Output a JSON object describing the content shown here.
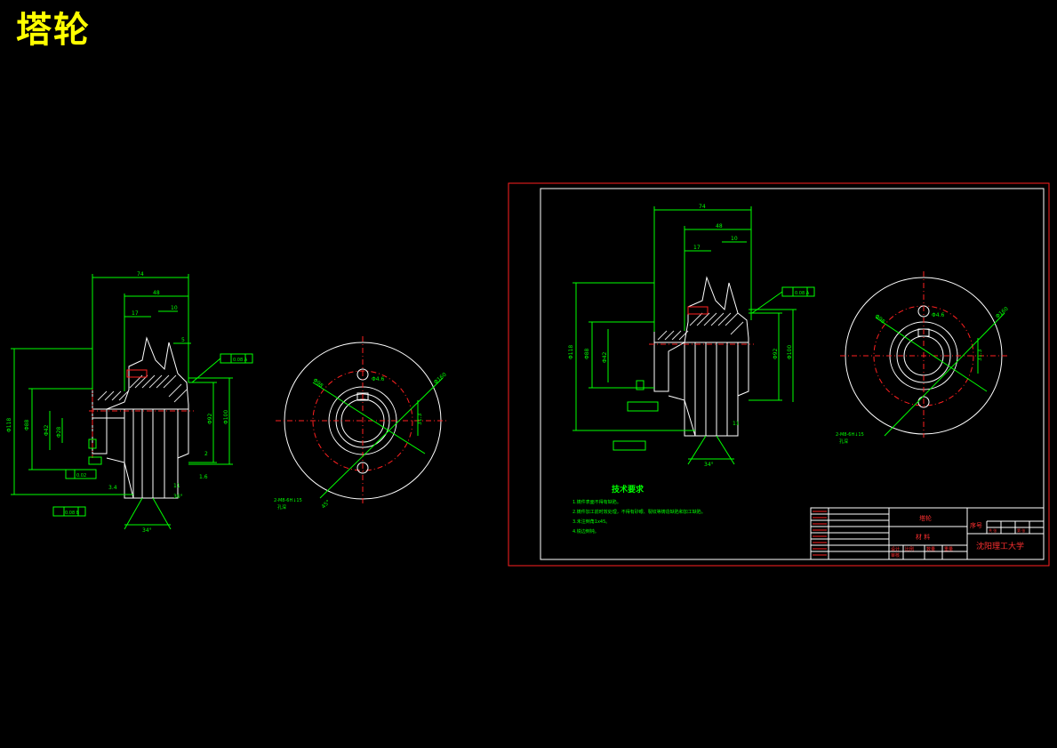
{
  "title": "塔轮",
  "left_view": {
    "dims": {
      "overall_width": "74",
      "width_48": "48",
      "dim_17": "17",
      "dim_10": "10",
      "dim_5": "5",
      "dia_118": "Φ118",
      "dia_88": "Φ88",
      "dia_42": "Φ42",
      "dia_92": "Φ92",
      "dia_100": "Φ100",
      "dia_28": "Φ28",
      "dim_3_4": "3.4",
      "tol_1": "0.08 A",
      "tol_2": "0.02",
      "tol_3": "0.08 B",
      "groove_a": "34°",
      "groove_b": "36°",
      "dim_11": "11",
      "dim_16": "1.6",
      "dim_2": "2"
    }
  },
  "end_view_left": {
    "dims": {
      "d1": "Φ98",
      "d2": "Φ4.6",
      "d3": "Φ160",
      "d4": "31.3",
      "note1": "2-M8-6H↓15",
      "note2": "孔深",
      "angle": "45°"
    }
  },
  "sheet": {
    "dims": {
      "overall": "74",
      "d48": "48",
      "d17": "17",
      "d10": "10",
      "dia_118": "Φ118",
      "dia_88": "Φ88",
      "dia_42": "Φ42",
      "dia_92": "Φ92",
      "dia_100": "Φ100",
      "tol": "0.08 A",
      "dim_11": "11",
      "groove": "34°"
    },
    "end_dims": {
      "d1": "Φ98",
      "d2": "Φ4.6",
      "d3": "Φ160",
      "d4": "31.3",
      "note1": "2-M8-6H↓15",
      "note2": "孔深"
    },
    "tech_req_title": "技术要求",
    "tech_req": [
      "1.铸件表面不得有缺陷。",
      "2.铸件加工前时效处理，不得有砂眼、裂纹等铸造缺陷和加工缺陷。",
      "3.未注倒角1x45。",
      "4.锐边倒钝。"
    ],
    "title_block": {
      "part_name": "塔轮",
      "material": "材 料",
      "serial": "序号",
      "school": "沈阳理工大学",
      "cells": [
        "设计",
        "审核",
        "比例",
        "数量",
        "重量",
        "共 张",
        "第 张"
      ]
    }
  }
}
